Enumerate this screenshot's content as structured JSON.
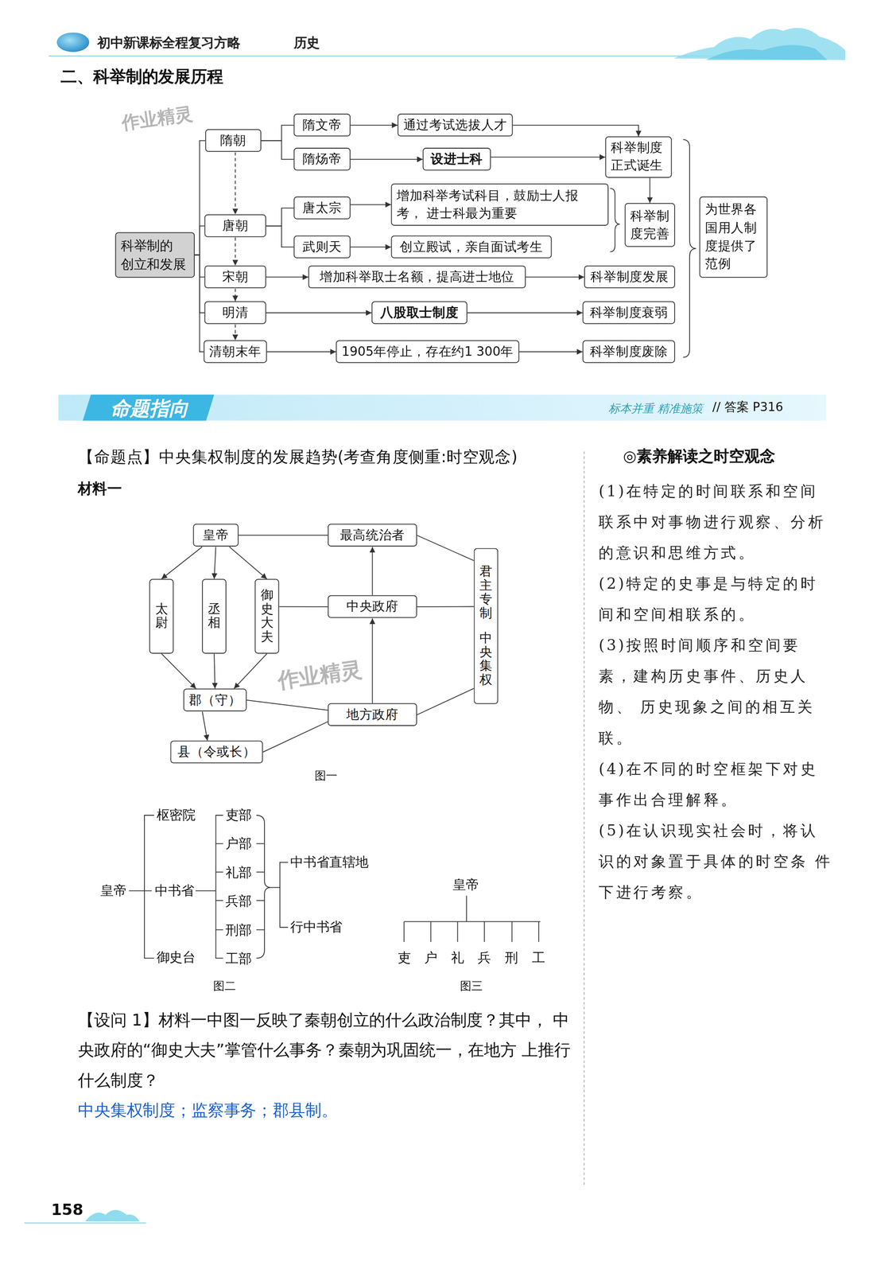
{
  "diagram": {
    "title": "二、科举制的发展历程",
    "nodes": [
      {
        "text": [
          "隋朝"
        ]
      },
      {
        "text": [
          "隋文帝"
        ]
      },
      {
        "text": [
          "通过考试选拔人才"
        ]
      },
      {
        "text": [
          "隋炀帝"
        ]
      },
      {
        "text": [
          "设进士科"
        ]
      },
      {
        "text": [
          "科举制度 正式诞生"
        ]
      },
      {
        "text": [
          "唐朝"
        ]
      },
      {
        "text": [
          "唐太宗"
        ]
      },
      {
        "text": [
          "增加科举考试科目，鼓励士人报考， 进士科最为重要"
        ]
      },
      {
        "text": [
          "武则天"
        ]
      },
      {
        "text": [
          "创立殿试，亲自面试考生"
        ]
      },
      {
        "text": [
          "科举制 度完善"
        ]
      },
      {
        "text": [
          "科举制的 创立和发展"
        ]
      },
      {
        "text": [
          "宋朝"
        ]
      },
      {
        "text": [
          "增加科举取士名额，提高进士地位"
        ]
      },
      {
        "text": [
          "科举制度发展"
        ]
      },
      {
        "text": [
          "明清"
        ]
      },
      {
        "text": [
          "八股取士制度"
        ]
      },
      {
        "text": [
          "科举制度衰弱"
        ]
      },
      {
        "text": [
          "清朝末年"
        ]
      },
      {
        "text": [
          "1905年停止，存在约1 300年"
        ]
      },
      {
        "text": [
          "科举制度废除"
        ]
      },
      {
        "text": [
          "为世界各 国用人制 度提供了 范例"
        ]
      },
      {
        "text": [
          "皇帝"
        ]
      },
      {
        "text": [
          "最高统治者"
        ]
      },
      {
        "text": [
          "太尉"
        ]
      },
      {
        "text": [
          "丞相"
        ]
      },
      {
        "text": [
          "御史大夫"
        ]
      },
      {
        "text": [
          "中央政府"
        ]
      },
      {
        "text": [
          "君主专制",
          "中央集权"
        ]
      },
      {
        "text": [
          "郡（守）"
        ]
      },
      {
        "text": [
          "地方政府"
        ]
      },
      {
        "text": [
          "县（令或长）"
        ]
      }
    ],
    "edges": [
      {
        "from": 12,
        "to": 0,
        "arrow": "none"
      },
      {
        "from": 12,
        "to": 6,
        "arrow": "none"
      },
      {
        "from": 12,
        "to": 13,
        "arrow": "none"
      },
      {
        "from": 12,
        "to": 16,
        "arrow": "none"
      },
      {
        "from": 12,
        "to": 19,
        "arrow": "none"
      },
      {
        "from": 0,
        "to": 1,
        "arrow": "none"
      },
      {
        "from": 0,
        "to": 3,
        "arrow": "none"
      },
      {
        "from": 6,
        "to": 7,
        "arrow": "none"
      },
      {
        "from": 6,
        "to": 9,
        "arrow": "none"
      },
      {
        "from": 1,
        "to": 2,
        "arrow": "to"
      },
      {
        "from": 3,
        "to": 4,
        "arrow": "to"
      },
      {
        "from": 4,
        "to": 5,
        "arrow": "to"
      },
      {
        "from": 2,
        "to": 5,
        "arrow": "to"
      },
      {
        "from": 7,
        "to": 8,
        "arrow": "to"
      },
      {
        "from": 9,
        "to": 10,
        "arrow": "to"
      },
      {
        "from": 5,
        "to": 11,
        "arrow": "to"
      },
      {
        "from": 13,
        "to": 14,
        "arrow": "to"
      },
      {
        "from": 14,
        "to": 15,
        "arrow": "to"
      },
      {
        "from": 16,
        "to": 17,
        "arrow": "to"
      },
      {
        "from": 17,
        "to": 18,
        "arrow": "to"
      },
      {
        "from": 19,
        "to": 20,
        "arrow": "to"
      },
      {
        "from": 20,
        "to": 21,
        "arrow": "to"
      },
      {
        "from": 0,
        "to": 6,
        "arrow": "to"
      },
      {
        "from": 6,
        "to": 13,
        "arrow": "to"
      },
      {
        "from": 13,
        "to": 16,
        "arrow": "to"
      },
      {
        "from": 16,
        "to": 19,
        "arrow": "to"
      },
      {
        "from": 23,
        "to": 24,
        "arrow": "none"
      },
      {
        "from": 23,
        "to": 25,
        "arrow": "to"
      },
      {
        "from": 23,
        "to": 26,
        "arrow": "to"
      },
      {
        "from": 23,
        "to": 27,
        "arrow": "to"
      },
      {
        "from": 25,
        "to": 30,
        "arrow": "to"
      },
      {
        "from": 26,
        "to": 30,
        "arrow": "to"
      },
      {
        "from": 27,
        "to": 30,
        "arrow": "to"
      },
      {
        "from": 30,
        "to": 32,
        "arrow": "to"
      },
      {
        "from": 28,
        "to": 24,
        "arrow": "to"
      },
      {
        "from": 31,
        "to": 28,
        "arrow": "to"
      },
      {
        "from": 27,
        "to": 28,
        "arrow": "none"
      },
      {
        "from": 30,
        "to": 31,
        "arrow": "none"
      },
      {
        "from": 32,
        "to": 31,
        "arrow": "none"
      },
      {
        "from": 24,
        "to": 29,
        "arrow": "none"
      },
      {
        "from": 28,
        "to": 29,
        "arrow": "none"
      },
      {
        "from": 31,
        "to": 29,
        "arrow": "none"
      }
    ],
    "labels": [
      "初中新课标全程复习方略",
      "历史",
      "作业精灵",
      "命题指向",
      "标本并重 精准施策",
      "// 答案 P316",
      "【命题点】中央集权制度的发展趋势(考查角度侧重:时空观念)",
      "材料一",
      "作业精灵",
      "图一",
      "枢密院",
      "皇帝",
      "中书省",
      "御史台",
      "吏部",
      "户部",
      "礼部",
      "兵部",
      "刑部",
      "工部",
      "中书省直辖地",
      "行中书省",
      "图二",
      "皇帝",
      "吏",
      "户",
      "礼",
      "兵",
      "刑",
      "工",
      "图三",
      "【设问 1】材料一中图一反映了秦朝创立的什么政治制度？其中， 中央政府的“御史大夫”掌管什么事务？秦朝为巩固统一，在地方 上推行什么制度？",
      "中央集权制度；监察事务；郡县制。",
      "◎素养解读之时空观念",
      "(1)在特定的时间联系和空间 联系中对事物进行观察、分析 的意识和思维方式。",
      "(2)特定的史事是与特定的时 间和空间相联系的。",
      "(3)按照时间顺序和空间要 素，建构历史事件、历史人物、 历史现象之间的相互关联。",
      "(4)在不同的时空框架下对史 事作出合理解释。",
      "(5)在认识现实社会时，将认 识的对象置于具体的时空条 件下进行考察。",
      "158"
    ]
  }
}
